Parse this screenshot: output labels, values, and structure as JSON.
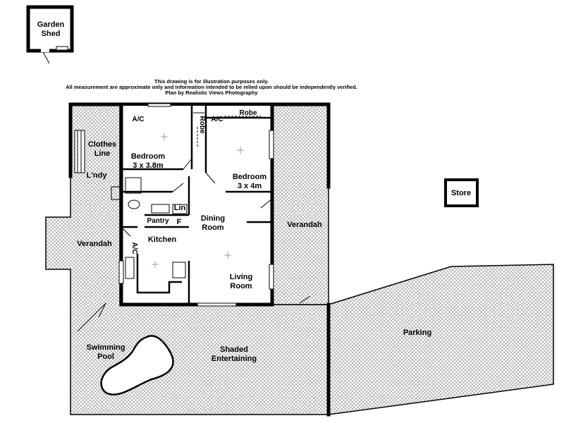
{
  "disclaimer": {
    "line1": "This drawing is for illustration purposes only.",
    "line2": "All measurement are approximate only and information intended to be relied upon should be independently verified.",
    "line3": "Plan by Realistic Views Photography"
  },
  "labels": {
    "garden_shed_1": "Garden",
    "garden_shed_2": "Shed",
    "store": "Store",
    "clothes_line_1": "Clothes",
    "clothes_line_2": "Line",
    "laundry": "L'ndy",
    "verandah_left": "Verandah",
    "verandah_right": "Verandah",
    "bedroom1_1": "Bedroom",
    "bedroom1_2": "3 x 3.8m",
    "bedroom2_1": "Bedroom",
    "bedroom2_2": "3 x 4m",
    "ac_1": "A/C",
    "ac_2": "A/C",
    "ac_3": "A/C",
    "robe_1": "Robe",
    "robe_2": "Robe",
    "linen": "Lin",
    "pantry": "Pantry",
    "fridge": "F",
    "dining_1": "Dining",
    "dining_2": "Room",
    "kitchen": "Kitchen",
    "living_1": "Living",
    "living_2": "Room",
    "parking": "Parking",
    "pool_1": "Swimming",
    "pool_2": "Pool",
    "shaded_1": "Shaded",
    "shaded_2": "Entertaining"
  }
}
